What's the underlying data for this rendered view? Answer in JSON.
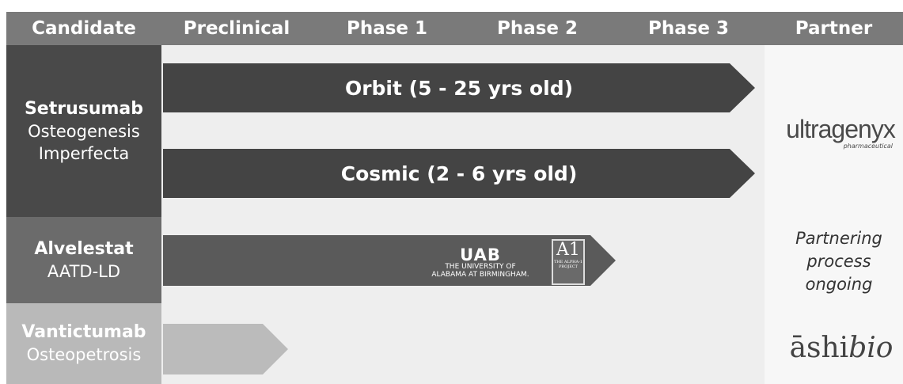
{
  "header": {
    "columns": [
      "Candidate",
      "Preclinical",
      "Phase 1",
      "Phase 2",
      "Phase 3",
      "Partner"
    ]
  },
  "candidates": [
    {
      "name": "Setrusumab",
      "indication_line1": "Osteogenesis",
      "indication_line2": "Imperfecta"
    },
    {
      "name": "Alvelestat",
      "indication_line1": "AATD-LD"
    },
    {
      "name": "Vantictumab",
      "indication_line1": "Osteopetrosis"
    }
  ],
  "trials": [
    {
      "label": "Orbit (5 - 25 yrs old)",
      "stage_reached": "Phase 3"
    },
    {
      "label": "Cosmic (2 - 6 yrs old)",
      "stage_reached": "Phase 3"
    },
    {
      "label": "",
      "stage_reached": "Phase 2"
    },
    {
      "label": "",
      "stage_reached": "Preclinical"
    }
  ],
  "logos": {
    "uab_mark": "UAB",
    "uab_line1": "THE UNIVERSITY OF",
    "uab_line2": "ALABAMA AT BIRMINGHAM.",
    "alpha1_big": "A1",
    "alpha1_small": "THE ALPHA-1 PROJECT",
    "ultragenyx_word": "ultragenyx",
    "ultragenyx_sub": "pharmaceutical",
    "ashi_main": "āshi",
    "ashi_bio": "bio"
  },
  "partners": {
    "alvelestat_line1": "Partnering",
    "alvelestat_line2": "process",
    "alvelestat_line3": "ongoing"
  },
  "colors": {
    "header": "#7a7a7a",
    "setrusumab": "#494949",
    "alvelestat": "#6b6b6b",
    "vantictumab": "#b9b9b9",
    "track": "#eeeeee"
  }
}
